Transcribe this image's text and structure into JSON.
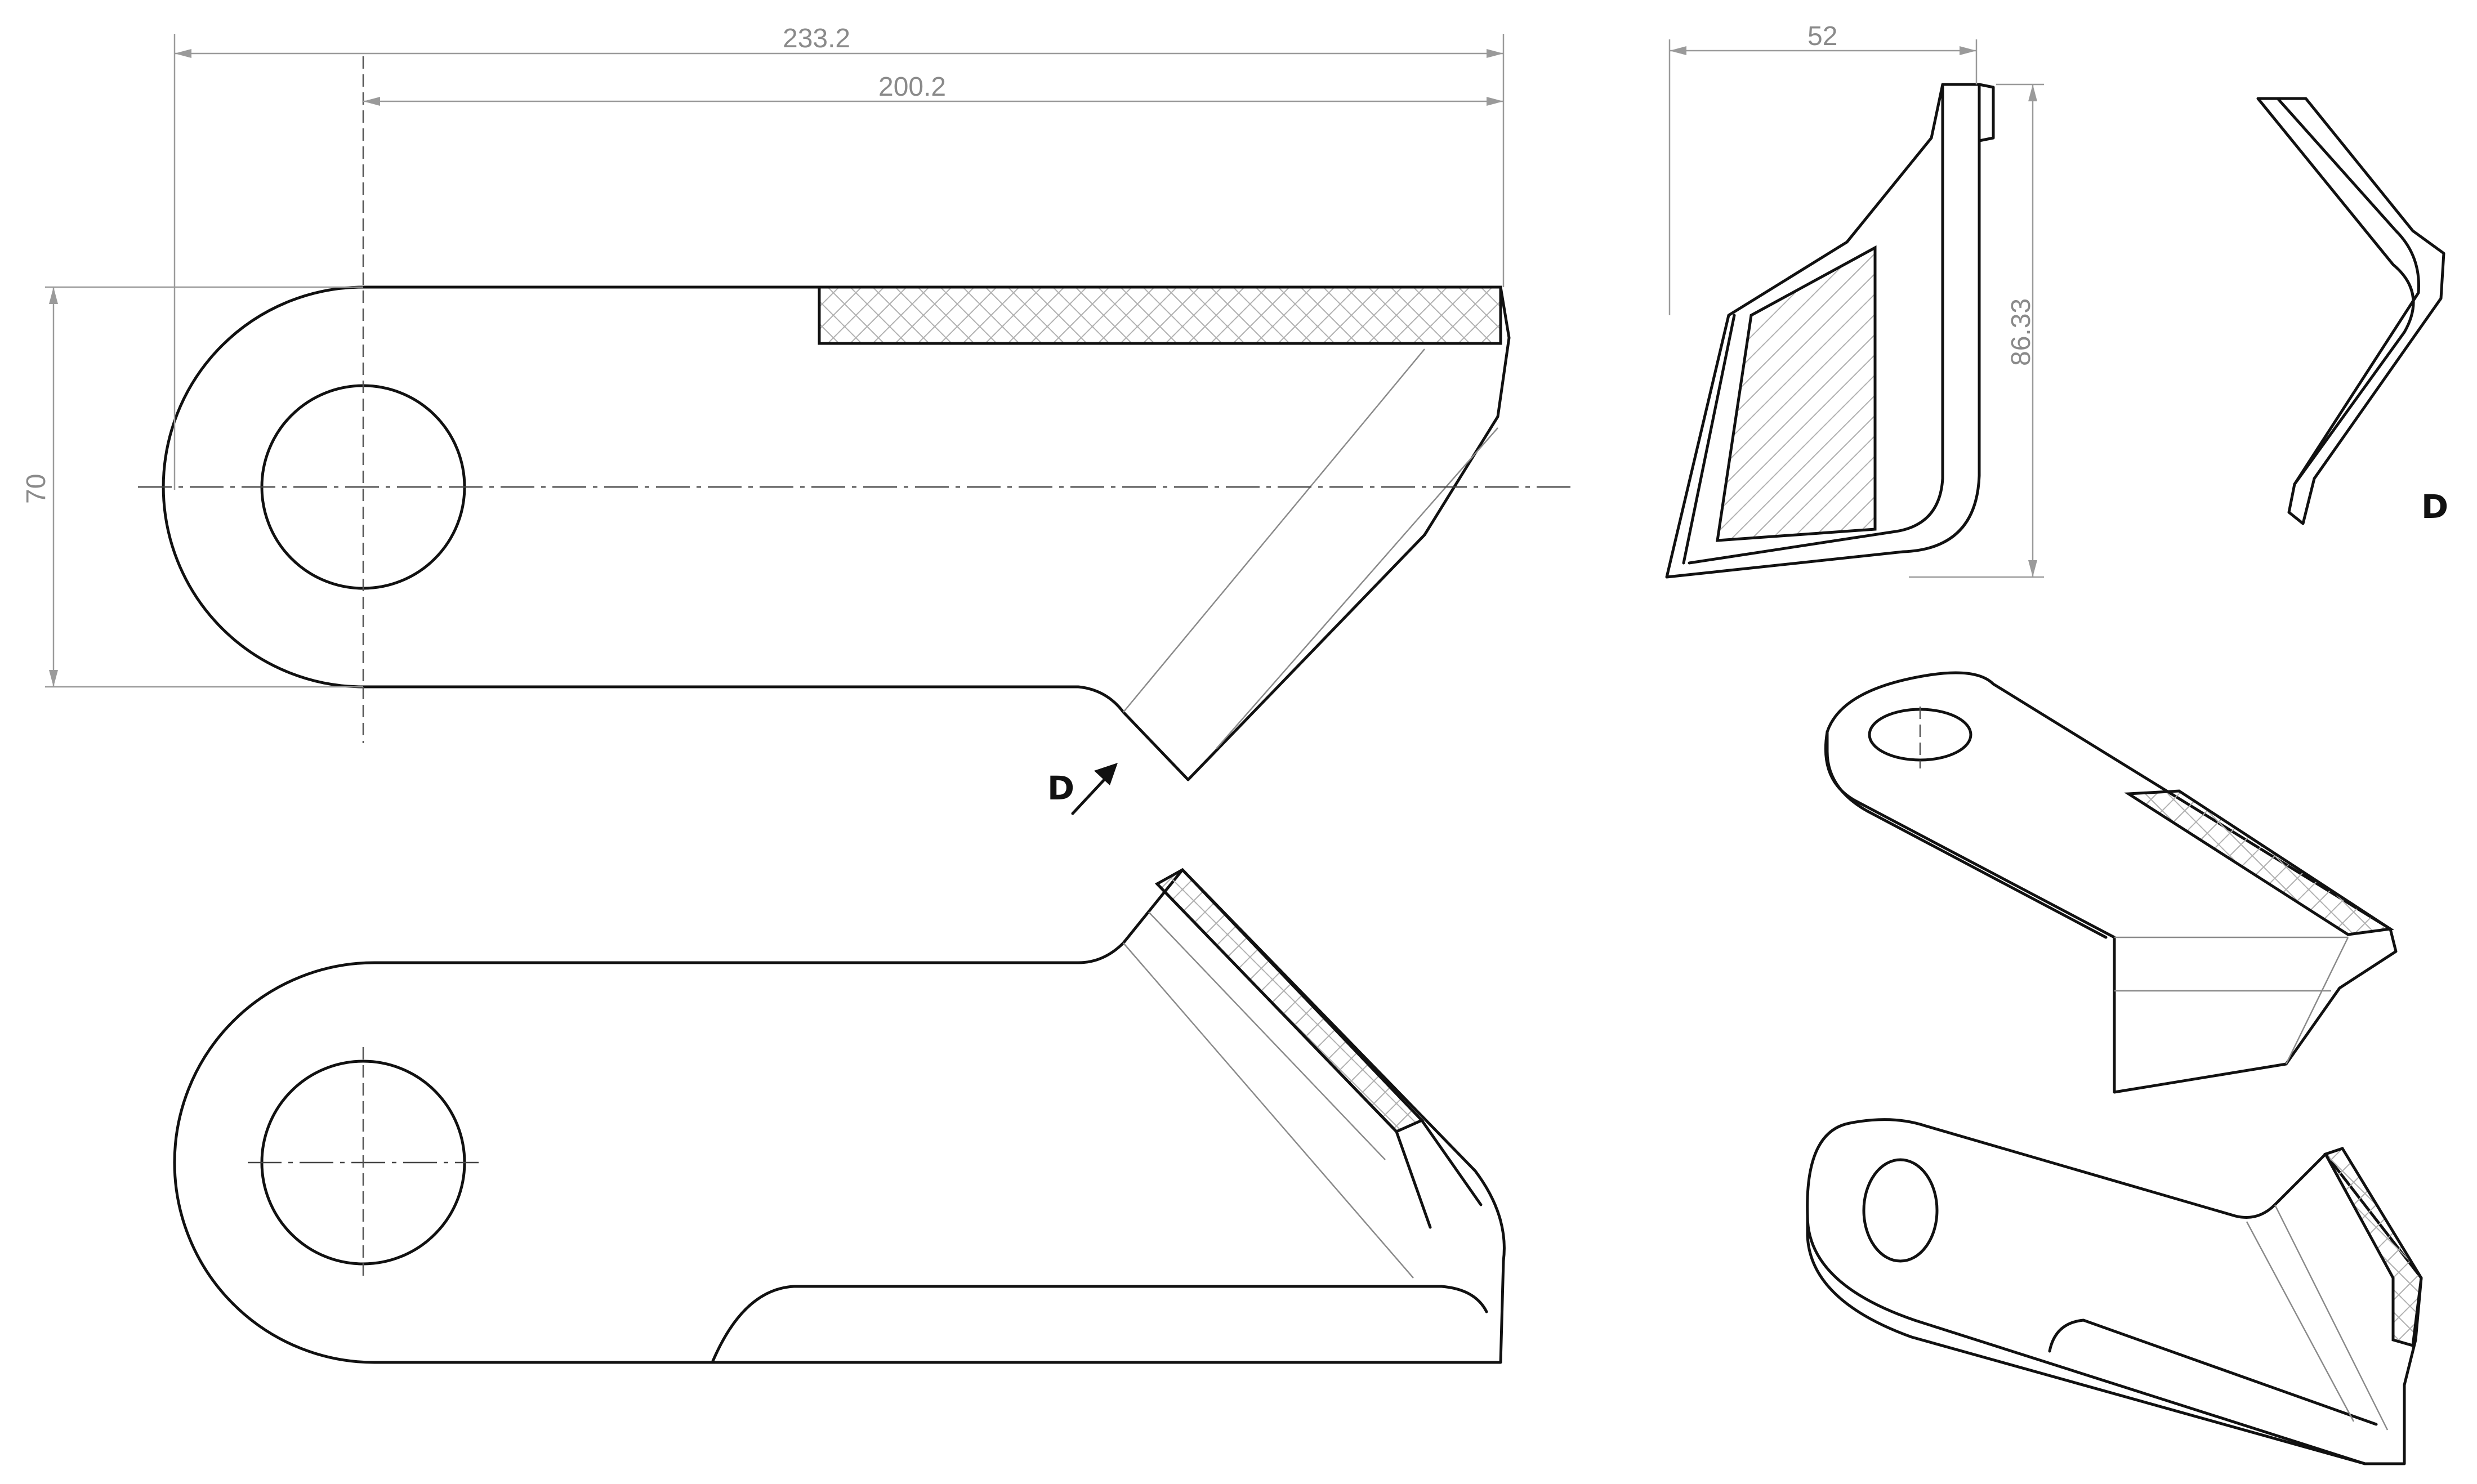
{
  "dimensions": {
    "overall_length": "233.2",
    "hole_to_end": "200.2",
    "height": "70",
    "side_width": "52",
    "side_height": "86.33"
  },
  "views": {
    "section_label": "D",
    "detail_label": "D"
  },
  "colors": {
    "line": "#111111",
    "dimension": "#9a9a9a"
  }
}
